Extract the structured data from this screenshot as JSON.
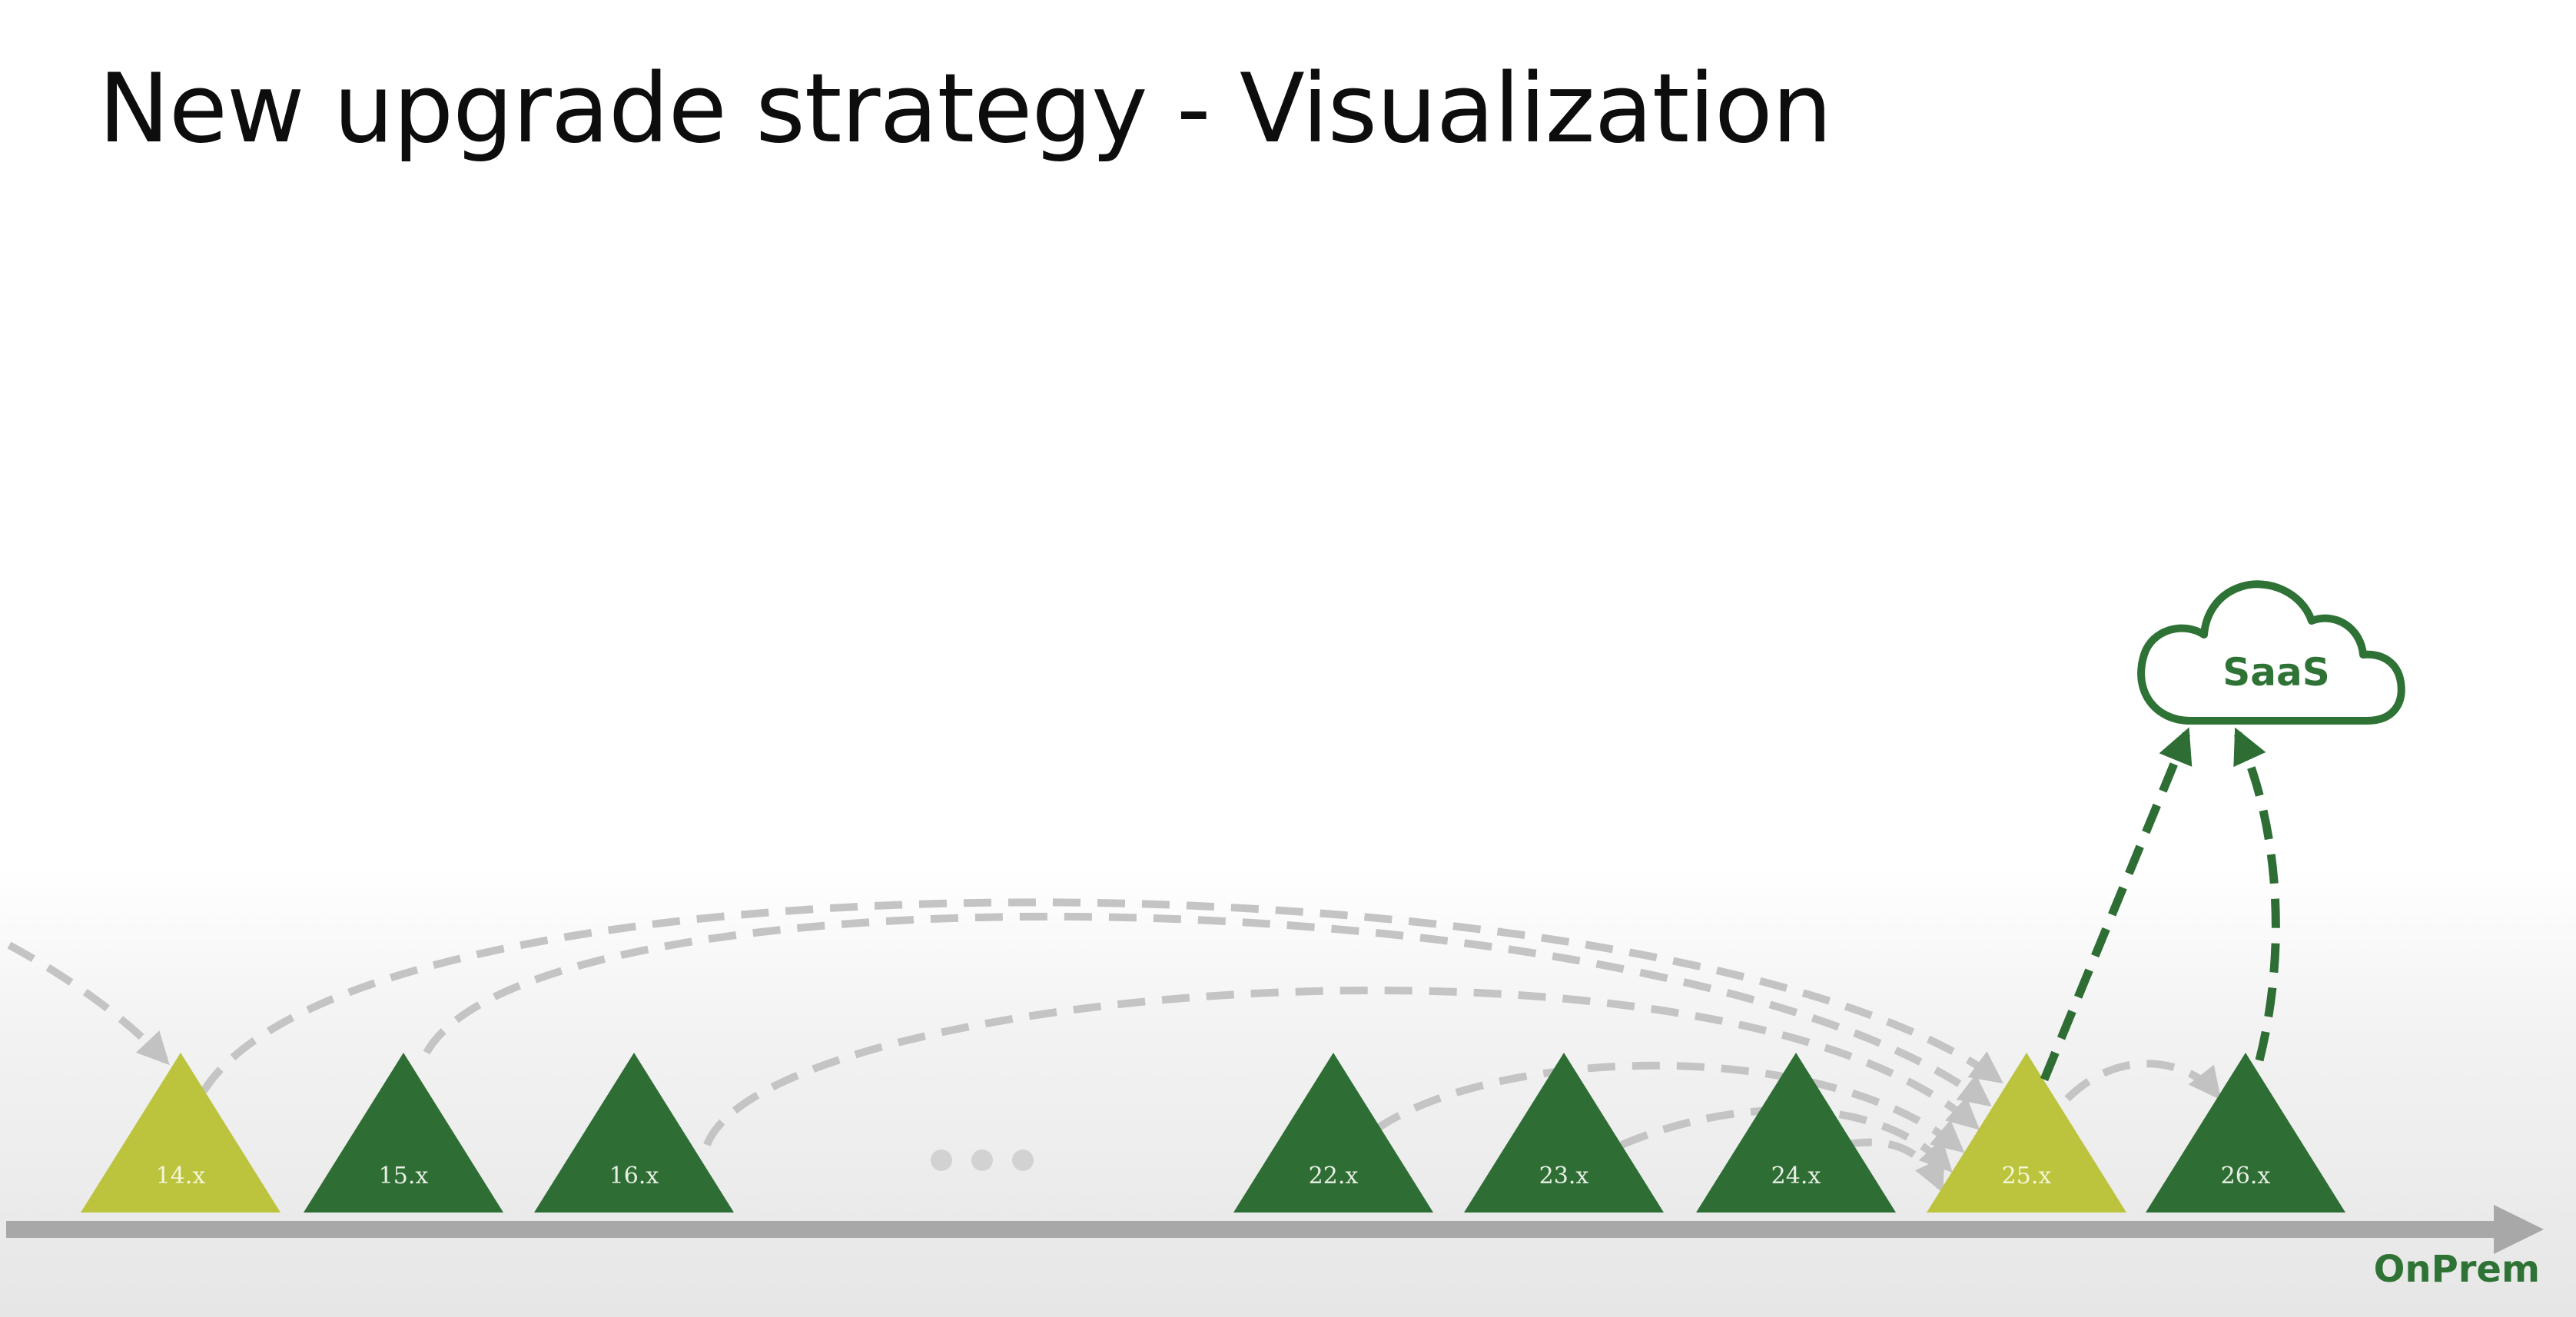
{
  "slide": {
    "title": "New upgrade strategy - Visualization"
  },
  "versions": [
    {
      "label": "14.x",
      "highlight": true
    },
    {
      "label": "15.x",
      "highlight": false
    },
    {
      "label": "16.x",
      "highlight": false
    },
    {
      "label": "22.x",
      "highlight": false
    },
    {
      "label": "23.x",
      "highlight": false
    },
    {
      "label": "24.x",
      "highlight": false
    },
    {
      "label": "25.x",
      "highlight": true
    },
    {
      "label": "26.x",
      "highlight": false
    }
  ],
  "cloud": {
    "label": "SaaS"
  },
  "axis": {
    "label": "OnPrem"
  },
  "colors": {
    "dark_green": "#2e6e34",
    "light_green": "#bcc43e",
    "arrow_gray": "#c4c4c4",
    "axis_gray": "#a8a8a8",
    "text_green": "#2e7335"
  },
  "icons": [
    "cloud-icon",
    "ellipsis-icon",
    "axis-arrow-icon"
  ]
}
